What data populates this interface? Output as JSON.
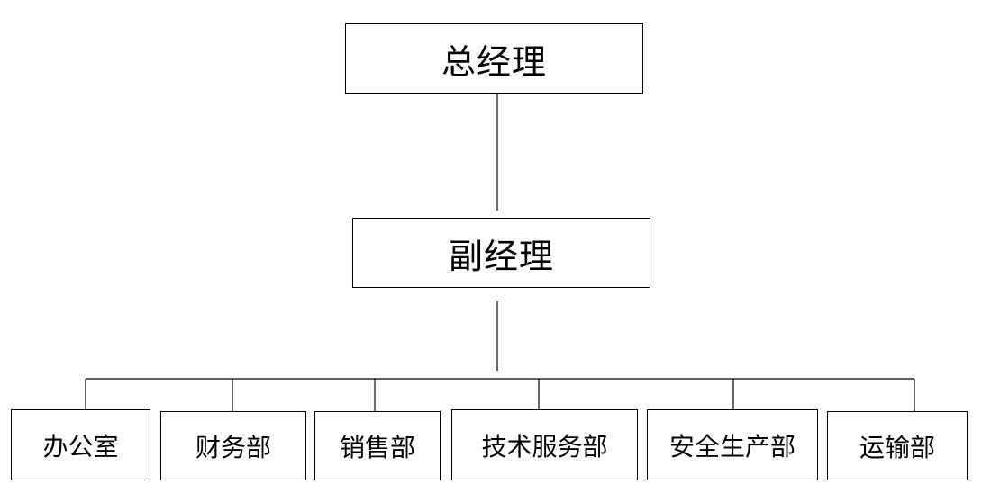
{
  "org_chart": {
    "top": {
      "label": "总经理"
    },
    "deputy": {
      "label": "副经理"
    },
    "departments": [
      {
        "label": "办公室"
      },
      {
        "label": "财务部"
      },
      {
        "label": "销售部"
      },
      {
        "label": "技术服务部"
      },
      {
        "label": "安全生产部"
      },
      {
        "label": "运输部"
      }
    ]
  }
}
